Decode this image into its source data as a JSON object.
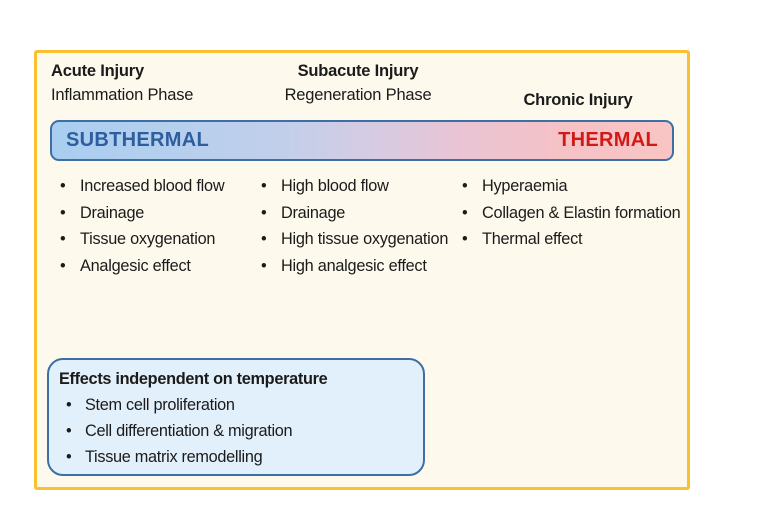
{
  "figure": {
    "frame_border_color": "#FBC02D",
    "frame_background_color": "#FDF9EC"
  },
  "columns": [
    {
      "title": "Acute Injury",
      "subtitle": "Inflammation Phase",
      "bullets": [
        "Increased blood flow",
        "Drainage",
        "Tissue oxygenation",
        "Analgesic effect"
      ]
    },
    {
      "title": "Subacute Injury",
      "subtitle": "Regeneration Phase",
      "bullets": [
        "High blood flow",
        "Drainage",
        "High tissue oxygenation",
        "High analgesic effect"
      ]
    },
    {
      "title": "Chronic Injury",
      "subtitle": "",
      "bullets": [
        "Hyperaemia",
        "Collagen & Elastin formation",
        "Thermal effect"
      ]
    }
  ],
  "spectrum": {
    "left_label": "SUBTHERMAL",
    "right_label": "THERMAL",
    "left_label_color": "#2E5E9E",
    "right_label_color": "#D01A18",
    "gradient_start_color": "#A9CEF0",
    "gradient_end_color": "#F9C4C4",
    "border_color": "#3D6FA5"
  },
  "independent_box": {
    "title": "Effects independent on temperature",
    "bullets": [
      "Stem cell proliferation",
      "Cell differentiation & migration",
      "Tissue matrix remodelling"
    ],
    "background_color": "#E2F0FB",
    "border_color": "#3D6FA5"
  },
  "bullet_glyph": "•"
}
